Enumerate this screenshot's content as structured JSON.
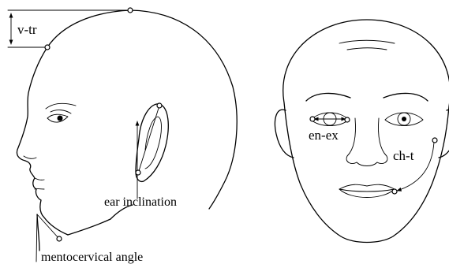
{
  "labels": {
    "v_tr": "v-tr",
    "ear_inclination": "ear inclination",
    "mentocervical_angle": "mentocervical angle",
    "en_ex": "en-ex",
    "ch_t": "ch-t"
  }
}
